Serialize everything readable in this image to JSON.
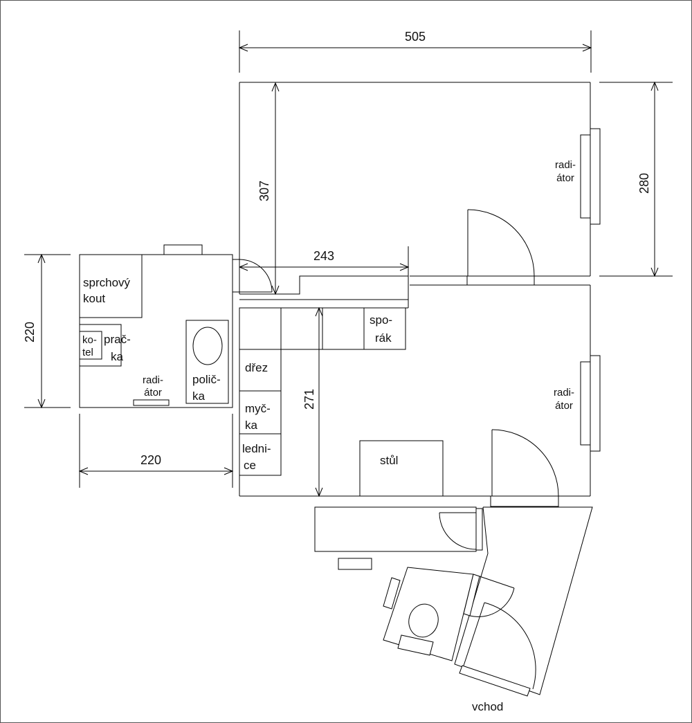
{
  "dimensions": {
    "top_width": "505",
    "room_height": "307",
    "right_height": "280",
    "hall_width": "243",
    "kitchen_height": "271",
    "bath_height": "220",
    "bath_width": "220"
  },
  "labels": {
    "shower": [
      "sprchový",
      "kout"
    ],
    "boiler": [
      "ko-",
      "tel"
    ],
    "washer": [
      "prač-",
      "ka"
    ],
    "shelf": [
      "polič-",
      "ka"
    ],
    "radiator_bath": [
      "radi-",
      "átor"
    ],
    "radiator_room": [
      "radi-",
      "átor"
    ],
    "radiator_kitchen": [
      "radi-",
      "átor"
    ],
    "stove": [
      "spo-",
      "rák"
    ],
    "sink": [
      "dřez"
    ],
    "dishwasher": [
      "myč-",
      "ka"
    ],
    "fridge": [
      "ledni-",
      "ce"
    ],
    "table": [
      "stůl"
    ],
    "entrance": [
      "vchod"
    ]
  }
}
